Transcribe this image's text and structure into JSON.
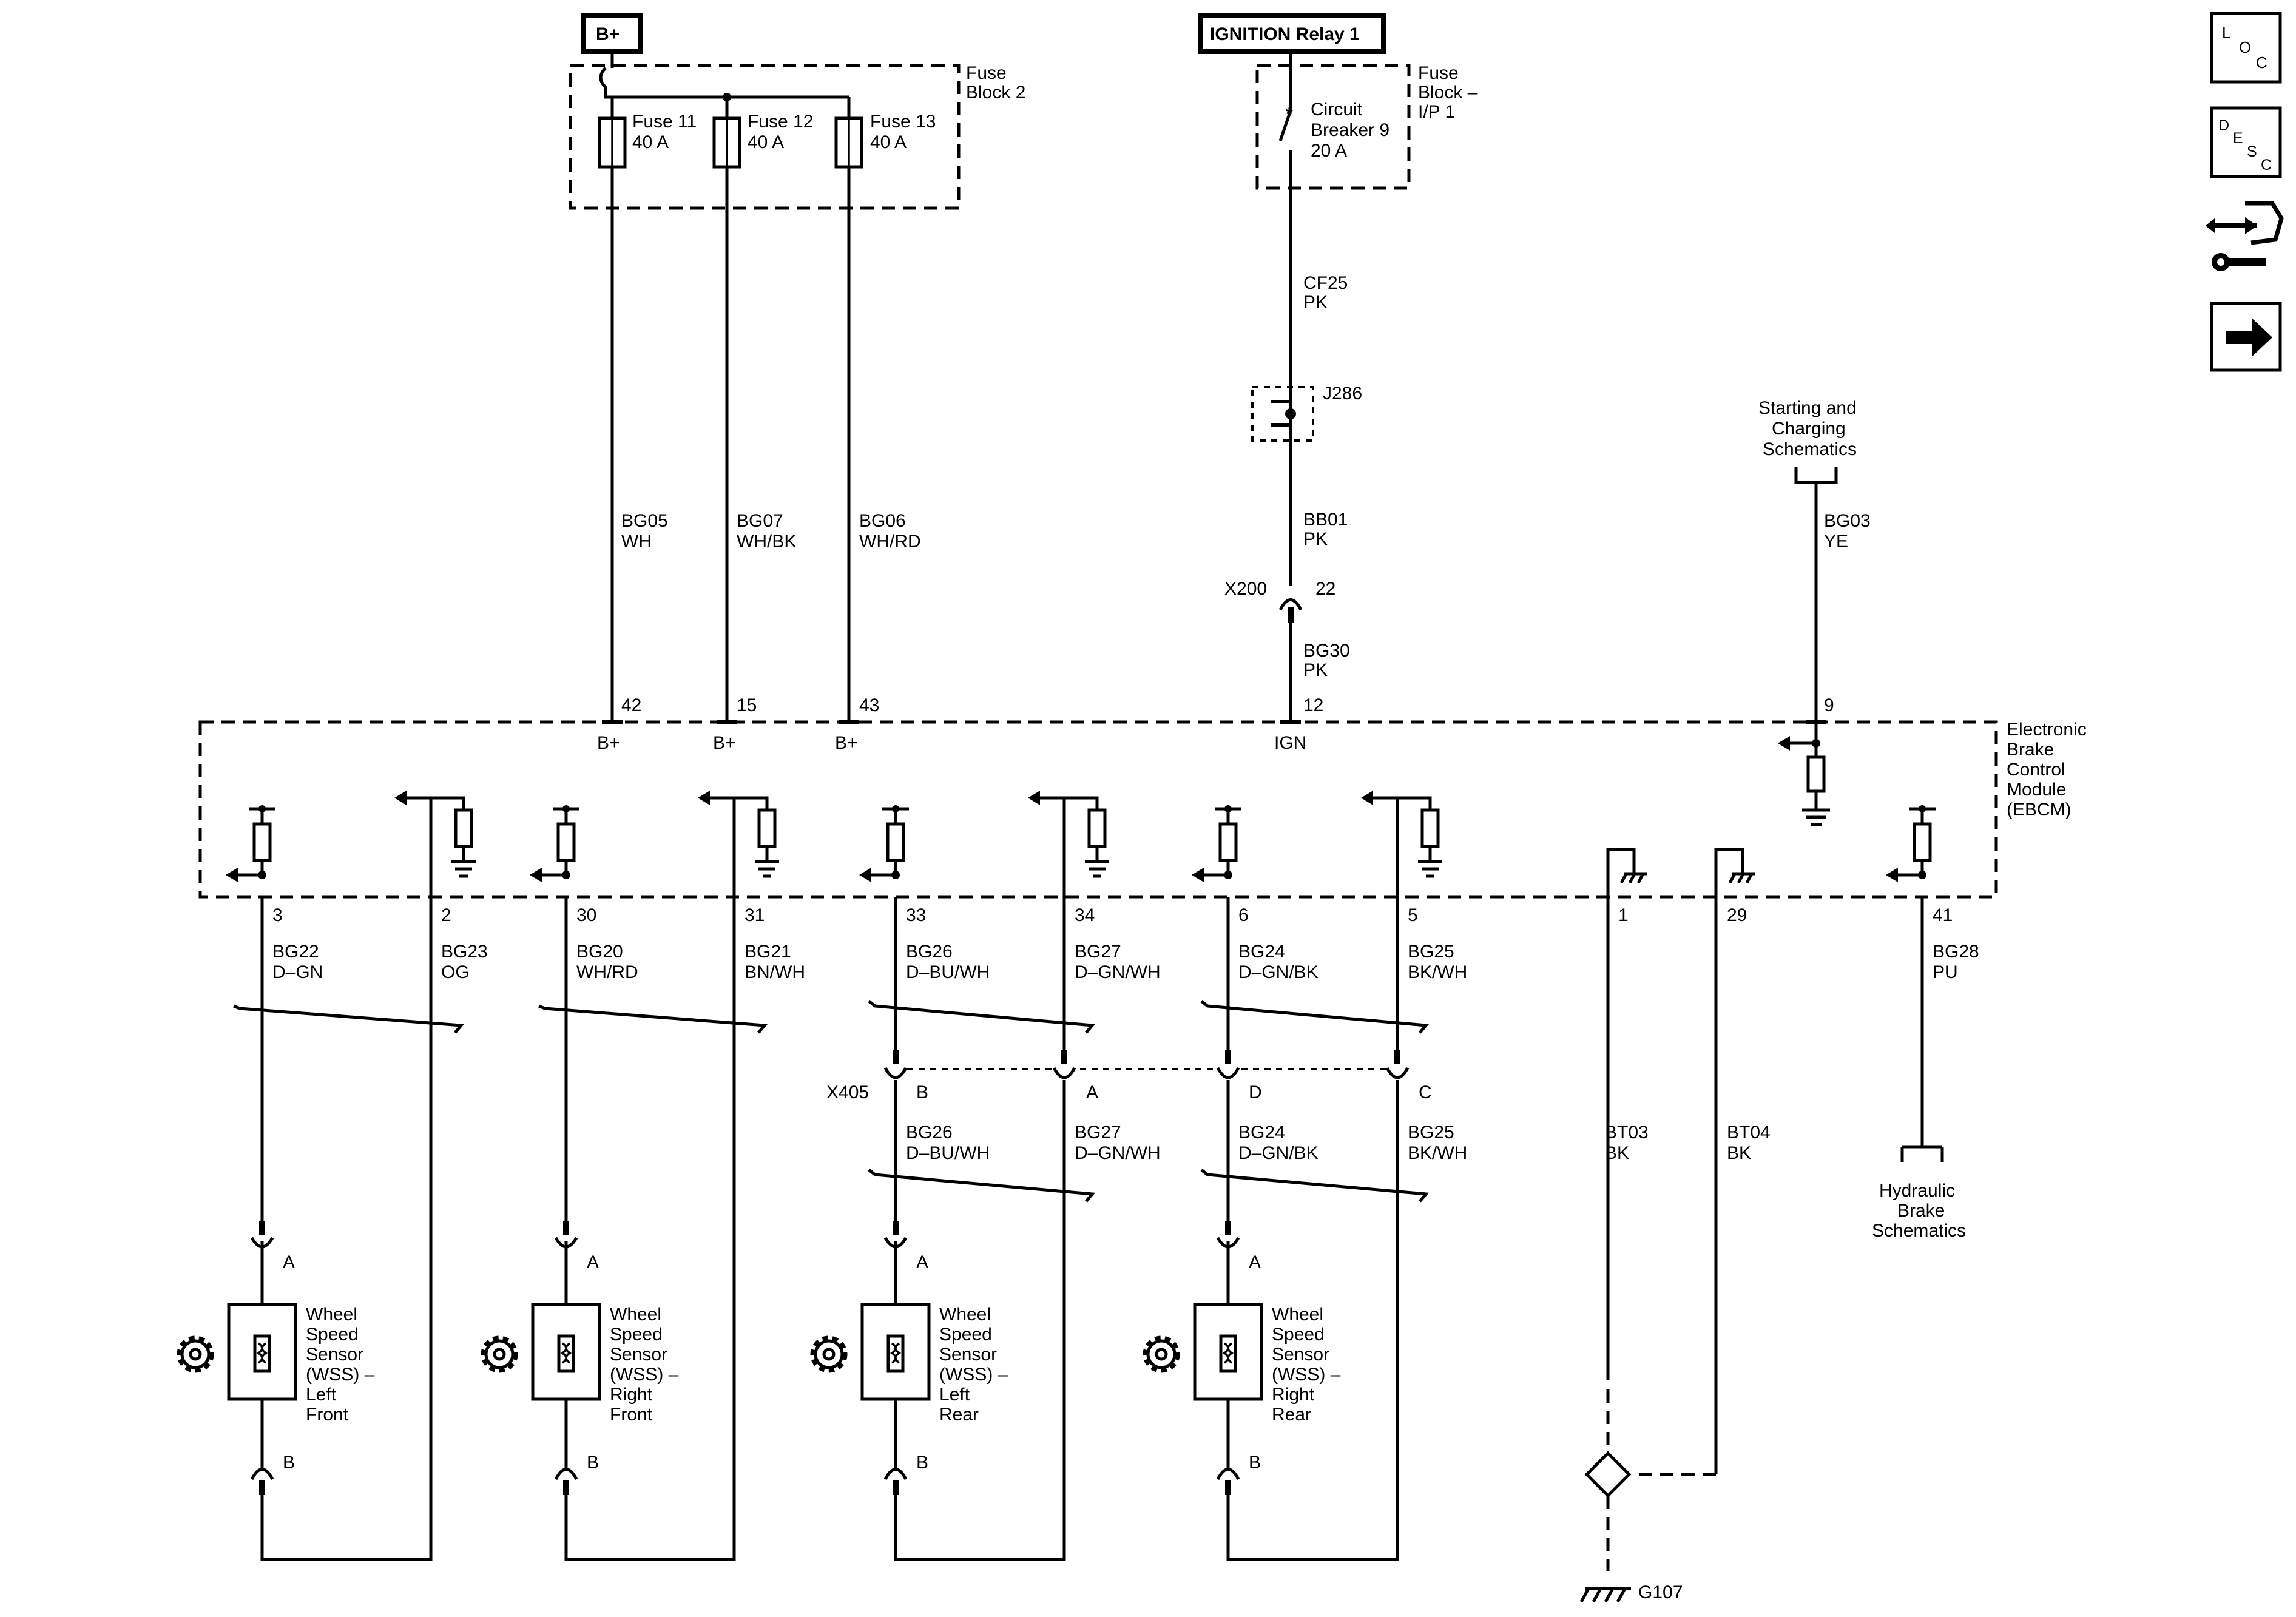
{
  "header": {
    "bplus": "B+",
    "ignition_relay": "IGNITION Relay 1"
  },
  "fuse_block_2": {
    "label": [
      "Fuse",
      "Block 2"
    ],
    "fuses": [
      {
        "name": "Fuse 11",
        "rating": "40 A"
      },
      {
        "name": "Fuse 12",
        "rating": "40 A"
      },
      {
        "name": "Fuse 13",
        "rating": "40 A"
      }
    ]
  },
  "fuse_block_ip": {
    "label": [
      "Fuse",
      "Block –",
      "I/P 1"
    ],
    "breaker": [
      "Circuit",
      "Breaker 9",
      "20 A"
    ]
  },
  "power_wires": [
    {
      "circuit": "BG05",
      "color": "WH",
      "pin": "42",
      "pin_label": "B+"
    },
    {
      "circuit": "BG07",
      "color": "WH/BK",
      "pin": "15",
      "pin_label": "B+"
    },
    {
      "circuit": "BG06",
      "color": "WH/RD",
      "pin": "43",
      "pin_label": "B+"
    }
  ],
  "ign_feed": {
    "cf25": {
      "circuit": "CF25",
      "color": "PK"
    },
    "splice": "J286",
    "bb01": {
      "circuit": "BB01",
      "color": "PK"
    },
    "connector": "X200",
    "connector_pin": "22",
    "bg30": {
      "circuit": "BG30",
      "color": "PK"
    },
    "pin": "12",
    "pin_label": "IGN"
  },
  "starting": {
    "ref": [
      "Starting and",
      "Charging",
      "Schematics"
    ],
    "circuit": "BG03",
    "color": "YE",
    "pin": "9"
  },
  "module": {
    "name": [
      "Electronic",
      "Brake",
      "Control",
      "Module",
      "(EBCM)"
    ]
  },
  "sensor_wires": [
    {
      "pin": "3",
      "circuit": "BG22",
      "color": "D–GN"
    },
    {
      "pin": "2",
      "circuit": "BG23",
      "color": "OG"
    },
    {
      "pin": "30",
      "circuit": "BG20",
      "color": "WH/RD"
    },
    {
      "pin": "31",
      "circuit": "BG21",
      "color": "BN/WH"
    },
    {
      "pin": "33",
      "circuit": "BG26",
      "color": "D–BU/WH"
    },
    {
      "pin": "34",
      "circuit": "BG27",
      "color": "D–GN/WH"
    },
    {
      "pin": "6",
      "circuit": "BG24",
      "color": "D–GN/BK"
    },
    {
      "pin": "5",
      "circuit": "BG25",
      "color": "BK/WH"
    }
  ],
  "x405": {
    "name": "X405",
    "pins": [
      "B",
      "A",
      "D",
      "C"
    ],
    "wires": [
      {
        "circuit": "BG26",
        "color": "D–BU/WH"
      },
      {
        "circuit": "BG27",
        "color": "D–GN/WH"
      },
      {
        "circuit": "BG24",
        "color": "D–GN/BK"
      },
      {
        "circuit": "BG25",
        "color": "BK/WH"
      }
    ]
  },
  "sensors": [
    {
      "label": [
        "Wheel",
        "Speed",
        "Sensor",
        "(WSS) –",
        "Left",
        "Front"
      ],
      "pin_a": "A",
      "pin_b": "B"
    },
    {
      "label": [
        "Wheel",
        "Speed",
        "Sensor",
        "(WSS) –",
        "Right",
        "Front"
      ],
      "pin_a": "A",
      "pin_b": "B"
    },
    {
      "label": [
        "Wheel",
        "Speed",
        "Sensor",
        "(WSS) –",
        "Left",
        "Rear"
      ],
      "pin_a": "A",
      "pin_b": "B"
    },
    {
      "label": [
        "Wheel",
        "Speed",
        "Sensor",
        "(WSS) –",
        "Right",
        "Rear"
      ],
      "pin_a": "A",
      "pin_b": "B"
    }
  ],
  "grounds": [
    {
      "pin": "1",
      "circuit": "BT03",
      "color": "BK"
    },
    {
      "pin": "29",
      "circuit": "BT04",
      "color": "BK"
    }
  ],
  "ground_point": "G107",
  "hydraulic": {
    "pin": "41",
    "circuit": "BG28",
    "color": "PU",
    "ref": [
      "Hydraulic",
      "Brake",
      "Schematics"
    ]
  },
  "side_nav": [
    {
      "icon": "loc-icon",
      "letters": [
        "L",
        "O",
        "C"
      ]
    },
    {
      "icon": "desc-icon",
      "letters": [
        "D",
        "E",
        "S",
        "C"
      ]
    },
    {
      "icon": "connector-repair-icon"
    },
    {
      "icon": "next-arrow-icon"
    }
  ]
}
